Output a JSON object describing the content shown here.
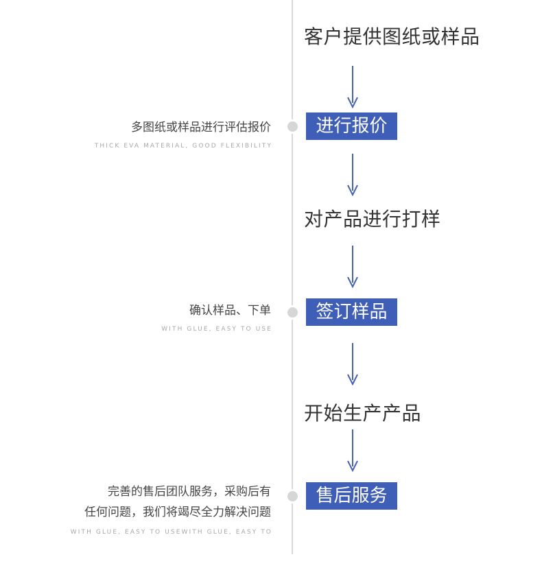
{
  "steps": [
    {
      "text": "客户提供图纸或样品"
    },
    {
      "text": "进行报价"
    },
    {
      "text": "对产品进行打样"
    },
    {
      "text": "签订样品"
    },
    {
      "text": "开始生产产品"
    },
    {
      "text": "售后服务"
    }
  ],
  "descriptions": [
    {
      "line1": "多图纸或样品进行评估报价",
      "sub": "THICK EVA MATERIAL, GOOD FLEXIBILITY"
    },
    {
      "line1": "确认样品、下单",
      "sub": "WITH GLUE, EASY TO USE"
    },
    {
      "line1": "完善的售后团队服务，采购后有",
      "line2": "任何问题，我们将竭尽全力解决问题",
      "sub": "WITH GLUE, EASY TO USEWITH GLUE, EASY TO"
    }
  ],
  "colors": {
    "accent": "#3f5eb8",
    "arrow": "#4460b4",
    "line": "#d8d8d8"
  }
}
